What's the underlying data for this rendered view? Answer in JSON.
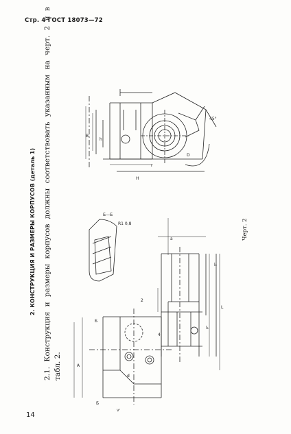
{
  "header": {
    "title": "Стр. 4 ГОСТ 18073—72"
  },
  "page_number": "14",
  "section": {
    "title": "2. КОНСТРУКЦИЯ И РАЗМЕРЫ КОРПУСОВ (деталь 1)"
  },
  "body": {
    "line1": "2.1. Конструкция и размеры корпусов должны соответствовать указанным на черт. 2 и в",
    "line2": "табл. 2."
  },
  "figure": {
    "caption": "Черт. 2",
    "section_label": "Б—Б",
    "roughness_label": "R1 0,8"
  }
}
